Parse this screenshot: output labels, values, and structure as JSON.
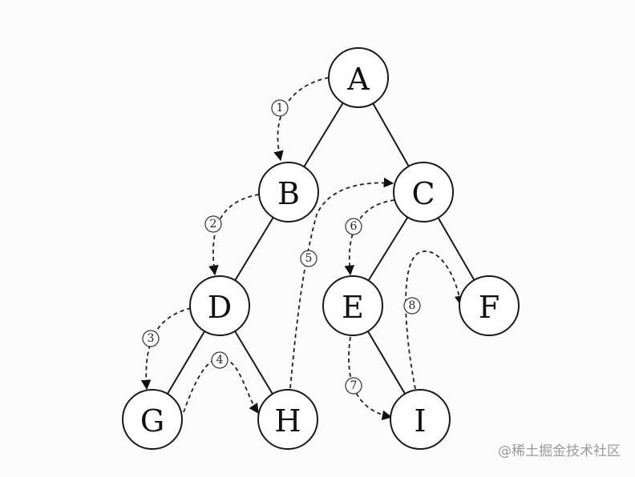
{
  "nodes": {
    "A": "A",
    "B": "B",
    "C": "C",
    "D": "D",
    "E": "E",
    "F": "F",
    "G": "G",
    "H": "H",
    "I": "I"
  },
  "steps": [
    "1",
    "2",
    "3",
    "4",
    "5",
    "6",
    "7",
    "8"
  ],
  "watermark": "@稀土掘金技术社区"
}
